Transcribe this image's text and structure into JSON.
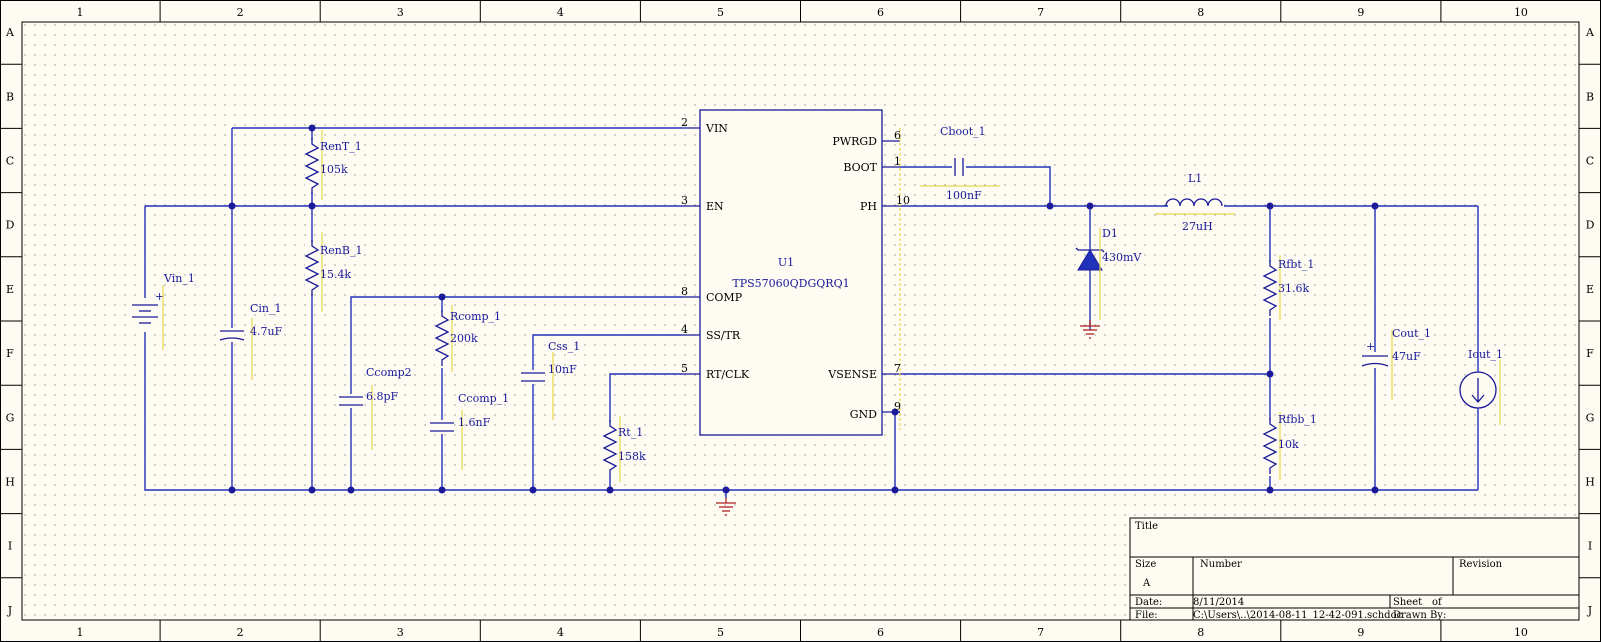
{
  "sheet": {
    "columns": [
      "1",
      "2",
      "3",
      "4",
      "5",
      "6",
      "7",
      "8",
      "9",
      "10"
    ],
    "rows": [
      "A",
      "B",
      "C",
      "D",
      "E",
      "F",
      "G",
      "H",
      "I",
      "J"
    ]
  },
  "ic": {
    "ref": "U1",
    "value": "TPS57060QDGQRQ1",
    "pins_left": [
      {
        "num": "2",
        "name": "VIN"
      },
      {
        "num": "3",
        "name": "EN"
      },
      {
        "num": "8",
        "name": "COMP"
      },
      {
        "num": "4",
        "name": "SS/TR"
      },
      {
        "num": "5",
        "name": "RT/CLK"
      }
    ],
    "pins_right": [
      {
        "num": "6",
        "name": "PWRGD"
      },
      {
        "num": "1",
        "name": "BOOT"
      },
      {
        "num": "10",
        "name": "PH"
      },
      {
        "num": "7",
        "name": "VSENSE"
      },
      {
        "num": "9",
        "name": "GND"
      }
    ]
  },
  "components": {
    "vin": {
      "ref": "Vin_1"
    },
    "cin": {
      "ref": "Cin_1",
      "value": "4.7uF"
    },
    "rent": {
      "ref": "RenT_1",
      "value": "105k"
    },
    "renb": {
      "ref": "RenB_1",
      "value": "15.4k"
    },
    "ccomp2": {
      "ref": "Ccomp2",
      "value": "6.8pF"
    },
    "rcomp": {
      "ref": "Rcomp_1",
      "value": "200k"
    },
    "ccomp1": {
      "ref": "Ccomp_1",
      "value": "1.6nF"
    },
    "css": {
      "ref": "Css_1",
      "value": "10nF"
    },
    "rt": {
      "ref": "Rt_1",
      "value": "158k"
    },
    "cboot": {
      "ref": "Cboot_1",
      "value": "100nF"
    },
    "l1": {
      "ref": "L1",
      "value": "27uH"
    },
    "d1": {
      "ref": "D1",
      "value": "430mV"
    },
    "rfbt": {
      "ref": "Rfbt_1",
      "value": "31.6k"
    },
    "rfbb": {
      "ref": "Rfbb_1",
      "value": "10k"
    },
    "cout": {
      "ref": "Cout_1",
      "value": "47uF"
    },
    "iout": {
      "ref": "Iout_1"
    }
  },
  "title_block": {
    "title_label": "Title",
    "size_label": "Size",
    "size_value": "A",
    "number_label": "Number",
    "revision_label": "Revision",
    "date_label": "Date:",
    "date_value": "8/11/2014",
    "sheet_label": "Sheet",
    "of_label": "of",
    "file_label": "File:",
    "file_value": "C:\\Users\\..\\2014-08-11_12-42-091.schdoc",
    "drawn_label": "Drawn By:"
  }
}
